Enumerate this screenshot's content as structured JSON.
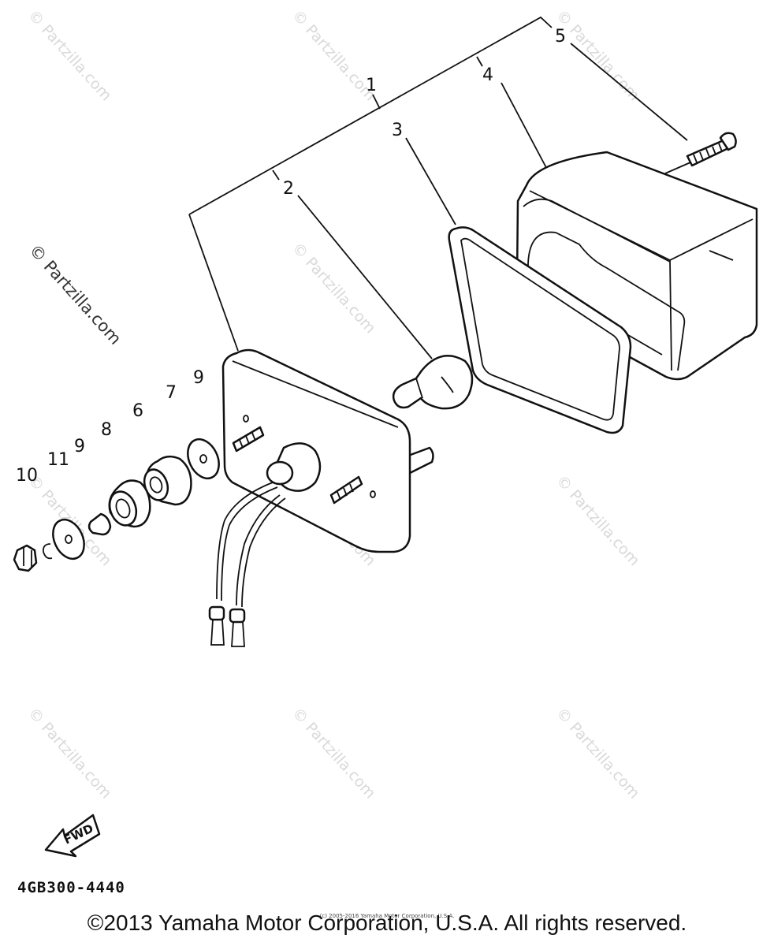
{
  "watermark": {
    "text": "© Partzilla.com"
  },
  "callouts": {
    "c1": "1",
    "c2": "2",
    "c3": "3",
    "c4": "4",
    "c5": "5",
    "c6": "6",
    "c7": "7",
    "c8": "8",
    "c9a": "9",
    "c9b": "9",
    "c10": "10",
    "c11": "11"
  },
  "fwd_badge": {
    "text": "FWD"
  },
  "document_code": "4GB300-4440",
  "fine_print": "(c) 2005-2016 Yamaha Motor Corporation, U.S.A.",
  "copyright": "©2013 Yamaha Motor Corporation, U.S.A. All rights reserved."
}
